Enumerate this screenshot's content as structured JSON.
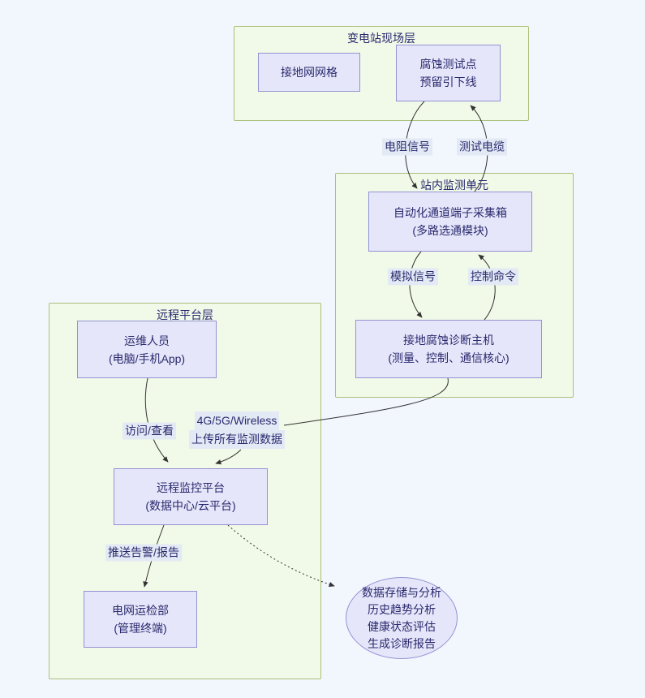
{
  "colors": {
    "page_bg": "#f2f6fd",
    "container_bg": "#f1f9e8",
    "container_border": "#a9c07c",
    "node_bg": "#e6e6fa",
    "node_border": "#9393d4",
    "text": "#29296e",
    "edge_stroke": "#333333",
    "edge_label_bg": "#e3eaf5"
  },
  "containers": {
    "field": {
      "title": "变电站现场层"
    },
    "station": {
      "title": "站内监测单元"
    },
    "remote": {
      "title": "远程平台层"
    }
  },
  "nodes": {
    "grid": {
      "lines": [
        "接地网网格"
      ]
    },
    "testpoint": {
      "lines": [
        "腐蚀测试点",
        "预留引下线"
      ]
    },
    "collector": {
      "lines": [
        "自动化通道端子采集箱",
        "(多路选通模块)"
      ]
    },
    "host": {
      "lines": [
        "接地腐蚀诊断主机",
        "(测量、控制、通信核心)"
      ]
    },
    "operator": {
      "lines": [
        "运维人员",
        "(电脑/手机App)"
      ]
    },
    "platform": {
      "lines": [
        "远程监控平台",
        "(数据中心/云平台)"
      ]
    },
    "inspection": {
      "lines": [
        "电网运检部",
        "(管理终端)"
      ]
    },
    "analysis": {
      "lines": [
        "数据存储与分析",
        "历史趋势分析",
        "健康状态评估",
        "生成诊断报告"
      ]
    }
  },
  "edge_labels": {
    "resistance": "电阻信号",
    "cable": "测试电缆",
    "analog": "模拟信号",
    "command": "控制命令",
    "view": "访问/查看",
    "upload_line1": "4G/5G/Wireless",
    "upload_line2": "上传所有监测数据",
    "push": "推送告警/报告"
  }
}
